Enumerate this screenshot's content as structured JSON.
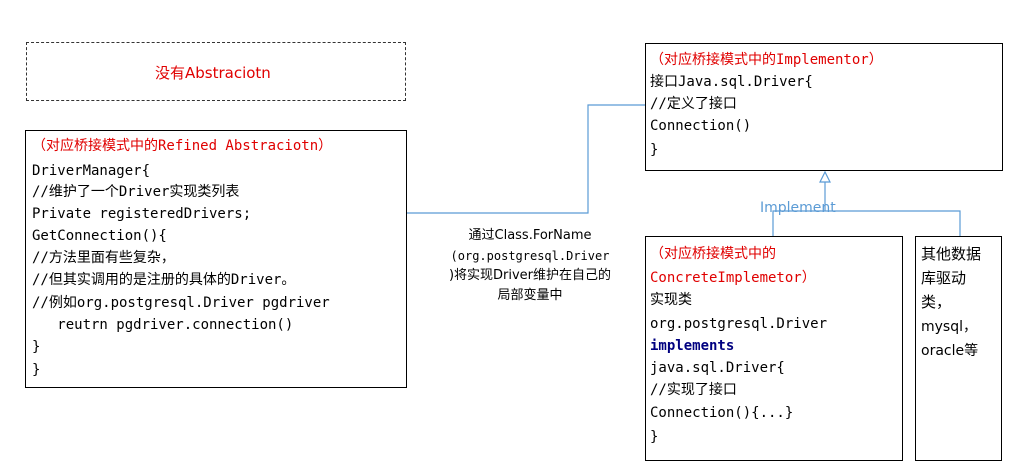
{
  "no_abstraction": {
    "text": "没有Abstraciotn"
  },
  "refined": {
    "title": "（对应桥接模式中的Refined Abstraciotn）",
    "lines": [
      "DriverManager{",
      "//维护了一个Driver实现类列表",
      "Private registeredDrivers;",
      "GetConnection(){",
      "//方法里面有些复杂，",
      "//但其实调用的是注册的具体的Driver。",
      "//例如org.postgresql.Driver pgdriver",
      "   reutrn pgdriver.connection()",
      "}",
      "}"
    ]
  },
  "implementor": {
    "title": "（对应桥接模式中的Implementor）",
    "lines": [
      "接口Java.sql.Driver{",
      "//定义了接口",
      "Connection()",
      "}"
    ]
  },
  "concrete": {
    "title_line1": "（对应桥接模式中的",
    "title_line2": "ConcreteImplemetor）",
    "lines": [
      "实现类",
      "org.postgresql.Driver"
    ],
    "keyword": "implements",
    "lines_after": [
      "java.sql.Driver{",
      "//实现了接口",
      "Connection(){...}",
      "}"
    ]
  },
  "others": {
    "lines": [
      "其他数据",
      "库驱动",
      "类，",
      "mysql，",
      "oracle等"
    ]
  },
  "edge_label": {
    "implement": "Implement"
  },
  "note": {
    "lines": [
      "通过Class.ForName",
      "(org.postgresql.Driver",
      ")将实现Driver维护在自己的",
      "局部变量中"
    ]
  },
  "colors": {
    "accent": "#e00000",
    "connector": "#5b9bd5",
    "keyword": "#000080"
  }
}
